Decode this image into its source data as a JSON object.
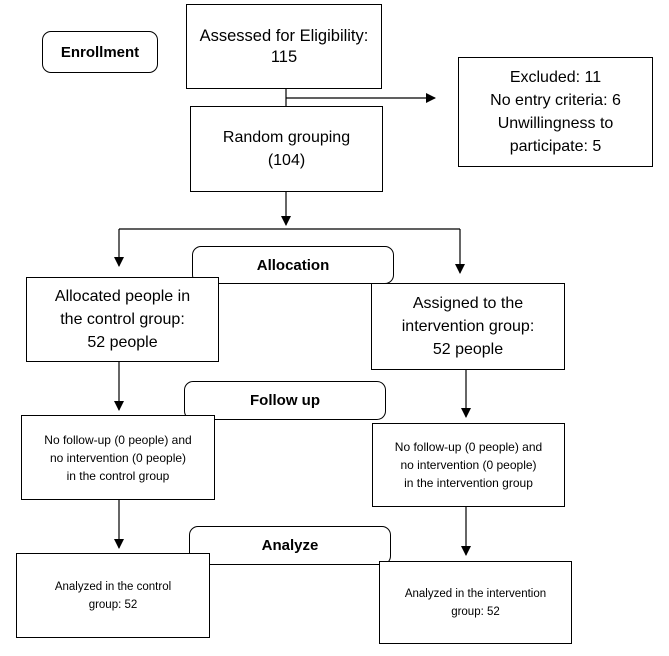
{
  "stages": {
    "enrollment": "Enrollment",
    "allocation": "Allocation",
    "follow_up": "Follow up",
    "analyze": "Analyze"
  },
  "eligibility": {
    "lines": [
      "Assessed for Eligibility:",
      "115"
    ]
  },
  "excluded": {
    "lines": [
      "Excluded: 11",
      "No entry criteria: 6",
      "Unwillingness to",
      "participate: 5"
    ]
  },
  "random_grouping": {
    "lines": [
      "Random grouping",
      "(104)"
    ]
  },
  "control": {
    "allocated": [
      "Allocated people in",
      "the control group:",
      "52 people"
    ],
    "follow_up": [
      "No follow-up (0 people) and",
      "no intervention (0 people)",
      "in the control group"
    ],
    "analyzed": [
      "Analyzed in the control",
      "group: 52"
    ]
  },
  "intervention": {
    "assigned": [
      "Assigned to the",
      "intervention group:",
      "52 people"
    ],
    "follow_up": [
      "No follow-up (0 people) and",
      "no intervention (0 people)",
      "in the intervention group"
    ],
    "analyzed": [
      "Analyzed in the intervention",
      "group: 52"
    ]
  },
  "colors": {
    "line": "#000000",
    "background": "#ffffff"
  }
}
